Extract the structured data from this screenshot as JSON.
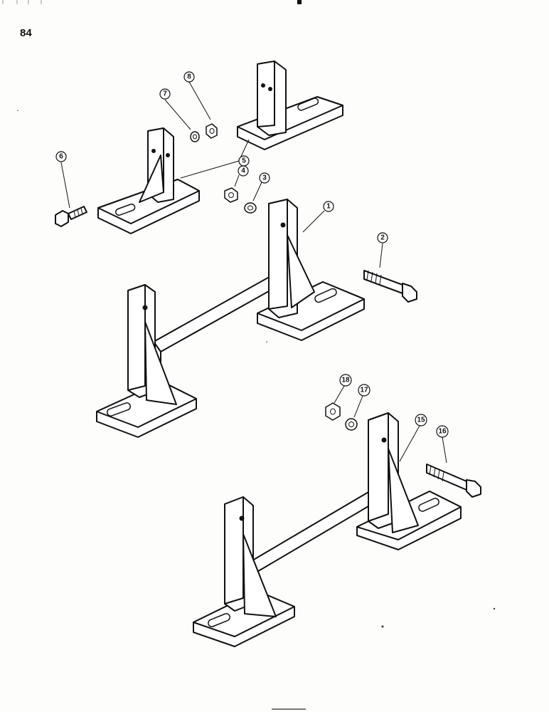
{
  "page_number": "84",
  "callouts": [
    {
      "label": "1"
    },
    {
      "label": "2"
    },
    {
      "label": "3"
    },
    {
      "label": "4"
    },
    {
      "label": "5"
    },
    {
      "label": "6"
    },
    {
      "label": "7"
    },
    {
      "label": "8"
    },
    {
      "label": "15"
    },
    {
      "label": "16"
    },
    {
      "label": "17"
    },
    {
      "label": "18"
    }
  ]
}
